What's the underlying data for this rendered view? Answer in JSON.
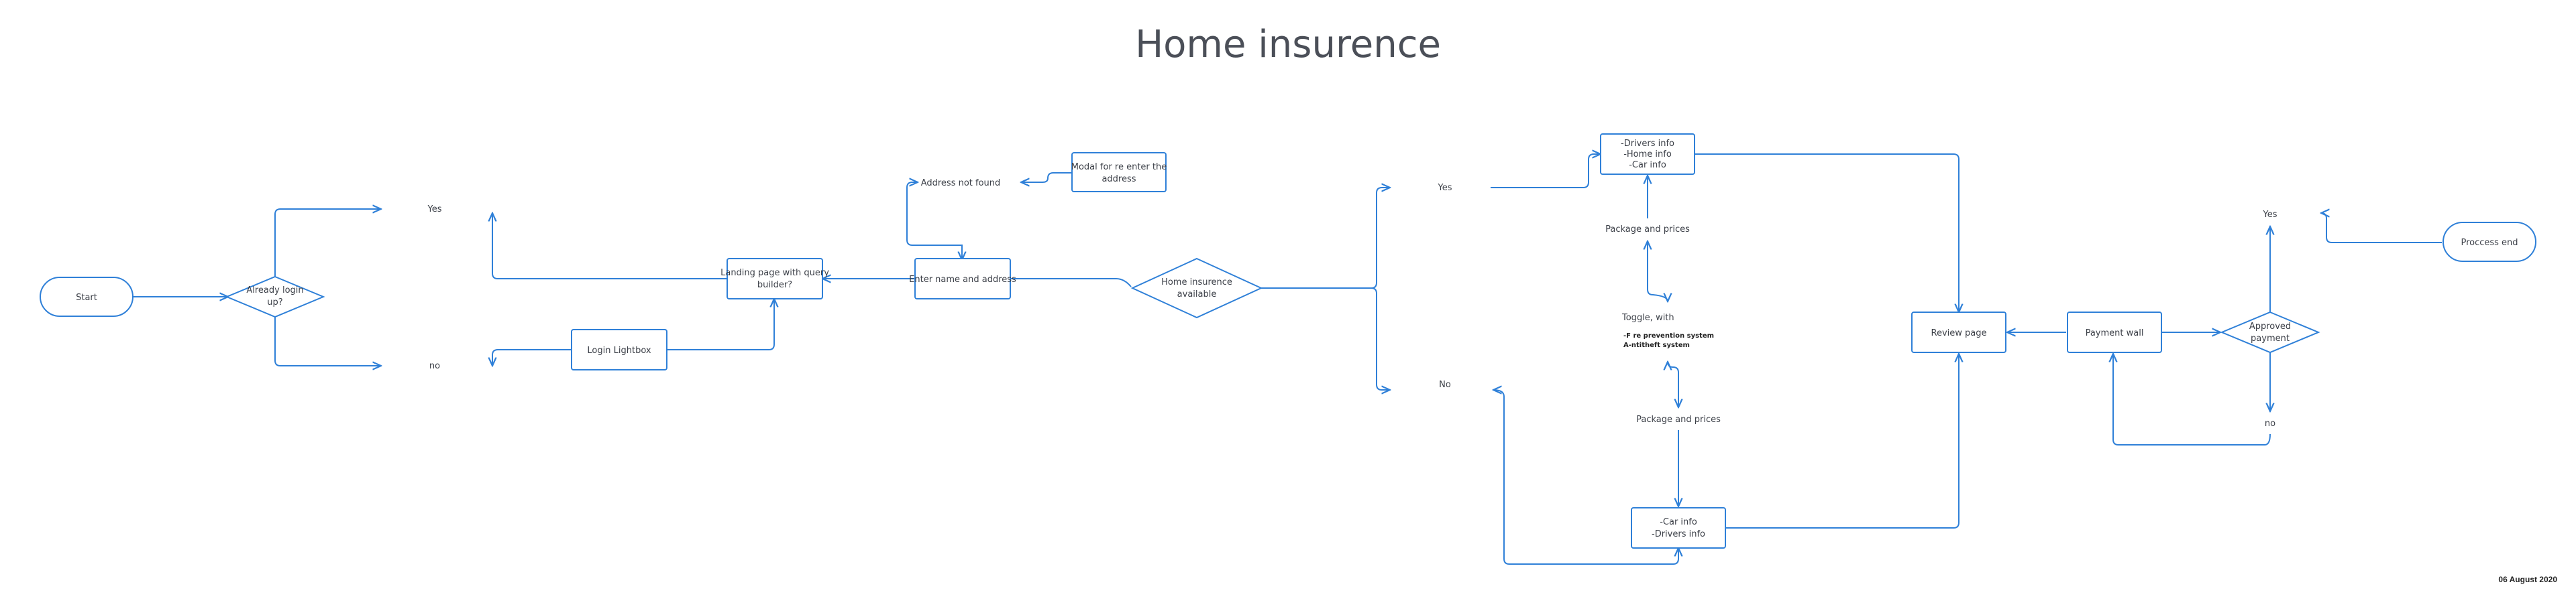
{
  "title": "Home insurence",
  "date": "06 August 2020",
  "nodes": {
    "start": "Start",
    "already_login": [
      "Already login",
      "up?"
    ],
    "yes_top": "Yes",
    "no_bottom": "no",
    "login_lightbox": "Login Lightbox",
    "landing_page": [
      "Landing page with query",
      "builder?"
    ],
    "enter_name": "Enter name and address",
    "address_not_found": "Address not found",
    "modal": [
      "Modal for re enter the",
      "address"
    ],
    "home_insurence": [
      "Home insurence",
      "available"
    ],
    "yes_mid": "Yes",
    "no_mid": "No",
    "drivers_top": [
      "-Drivers info",
      "-Home info",
      "-Car info"
    ],
    "package_top": "Package and prices",
    "toggle": "Toggle, with",
    "toggle_items": [
      "-F re prevention system",
      "A-ntitheft system"
    ],
    "package_bottom": "Package and prices",
    "car_info_bottom": [
      "-Car info",
      "-Drivers info"
    ],
    "review_page": "Review page",
    "payment_wall": "Payment wall",
    "approved": [
      "Approved",
      "payment"
    ],
    "yes_right": "Yes",
    "no_right": "no",
    "process_end": "Proccess end"
  },
  "colors": {
    "stroke": "#2f80d8",
    "text": "#3b3f47",
    "title": "#4b4f58"
  }
}
